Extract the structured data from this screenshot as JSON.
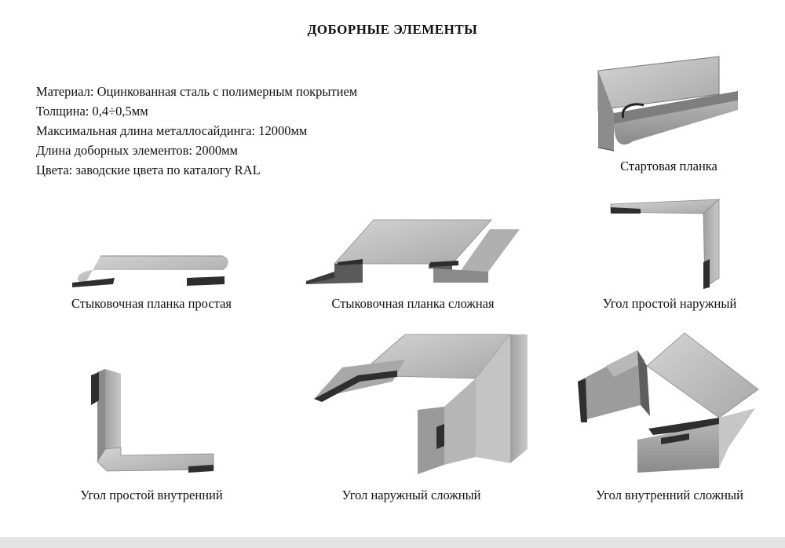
{
  "title": "ДОБОРНЫЕ ЭЛЕМЕНТЫ",
  "specs": [
    "Материал: Оцинкованная сталь с полимерным покрытием",
    "Толщина: 0,4÷0,5мм",
    "Максимальная длина металлосайдинга: 12000мм",
    "Длина доборных элементов: 2000мм",
    "Цвета: заводские цвета по каталогу RAL"
  ],
  "items": [
    {
      "caption": "Стартовая планка",
      "icon": "starter-strip-icon"
    },
    {
      "caption": "Стыковочная планка простая",
      "icon": "simple-joint-strip-icon"
    },
    {
      "caption": "Стыковочная планка сложная",
      "icon": "complex-joint-strip-icon"
    },
    {
      "caption": "Угол простой наружный",
      "icon": "simple-outer-corner-icon"
    },
    {
      "caption": "Угол простой внутренний",
      "icon": "simple-inner-corner-icon"
    },
    {
      "caption": "Угол наружный сложный",
      "icon": "complex-outer-corner-icon"
    },
    {
      "caption": "Угол внутренний сложный",
      "icon": "complex-inner-corner-icon"
    }
  ],
  "colors": {
    "metal_light": "#c8c8c8",
    "metal_mid": "#9a9a9a",
    "metal_dark": "#333333"
  }
}
